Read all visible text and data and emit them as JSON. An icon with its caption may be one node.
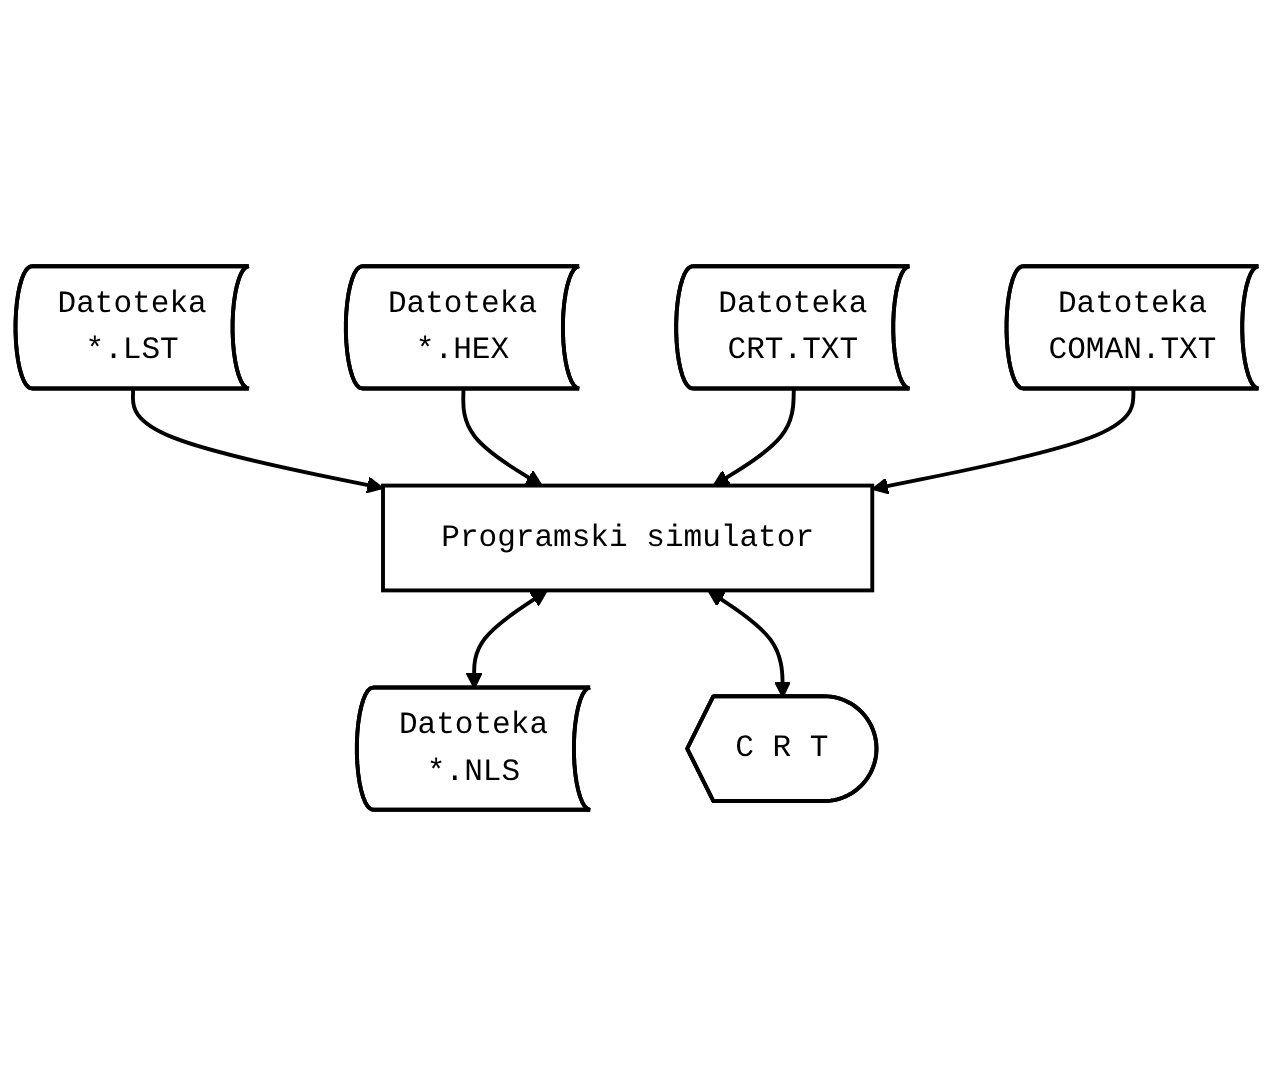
{
  "diagram": {
    "nodes": [
      {
        "text": [
          "Datoteka",
          "*.LST"
        ]
      },
      {
        "text": [
          "Datoteka",
          "*.HEX"
        ]
      },
      {
        "text": [
          "Datoteka",
          "CRT.TXT"
        ]
      },
      {
        "text": [
          "Programski simulator"
        ]
      },
      {
        "text": [
          "Datoteka",
          "COMAN.TXT"
        ]
      },
      {
        "text": [
          "Datoteka",
          "*.NLS"
        ]
      },
      {
        "text": [
          "C R T"
        ]
      }
    ],
    "edges": [
      {
        "from": 0,
        "to": 3,
        "arrow": "to"
      },
      {
        "from": 1,
        "to": 3,
        "arrow": "to"
      },
      {
        "from": 2,
        "to": 3,
        "arrow": "to"
      },
      {
        "from": 4,
        "to": 3,
        "arrow": "to"
      },
      {
        "from": 3,
        "to": 5,
        "arrow": "both"
      },
      {
        "from": 3,
        "to": 6,
        "arrow": "both"
      }
    ]
  }
}
